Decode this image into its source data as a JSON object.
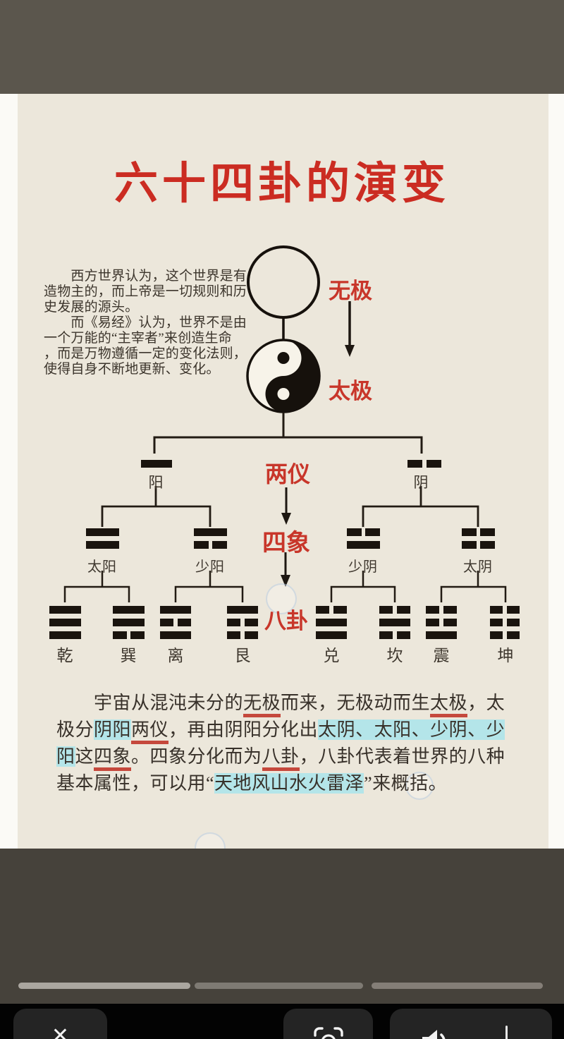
{
  "poster": {
    "title": "六十四卦的演变",
    "intro": "　　西方世界认为，这个世界是有\n造物主的，而上帝是一切规则和历\n史发展的源头。\n　　而《易经》认为，世界不是由\n一个万能的“主宰者”来创造生命\n，而是万物遵循一定的变化法则，\n使得自身不断地更新、变化。",
    "stages": {
      "wuji": "无极",
      "taiji": "太极",
      "liangyi": "两仪",
      "sixiang": "四象",
      "bagua": "八卦"
    },
    "liangyi_nodes": [
      {
        "label": "阳",
        "lines": [
          "solid"
        ]
      },
      {
        "label": "阴",
        "lines": [
          "broken"
        ]
      }
    ],
    "sixiang_nodes": [
      {
        "label": "太阳",
        "lines": [
          "solid",
          "solid"
        ]
      },
      {
        "label": "少阳",
        "lines": [
          "solid",
          "broken"
        ]
      },
      {
        "label": "少阴",
        "lines": [
          "broken",
          "solid"
        ]
      },
      {
        "label": "太阴",
        "lines": [
          "broken",
          "broken"
        ]
      }
    ],
    "bagua_nodes": [
      {
        "label": "乾",
        "lines": [
          "solid",
          "solid",
          "solid"
        ]
      },
      {
        "label": "巽",
        "lines": [
          "solid",
          "solid",
          "broken"
        ]
      },
      {
        "label": "离",
        "lines": [
          "solid",
          "broken",
          "solid"
        ]
      },
      {
        "label": "艮",
        "lines": [
          "solid",
          "broken",
          "broken"
        ]
      },
      {
        "label": "兑",
        "lines": [
          "broken",
          "solid",
          "solid"
        ]
      },
      {
        "label": "坎",
        "lines": [
          "broken",
          "solid",
          "broken"
        ]
      },
      {
        "label": "震",
        "lines": [
          "broken",
          "broken",
          "solid"
        ]
      },
      {
        "label": "坤",
        "lines": [
          "broken",
          "broken",
          "broken"
        ]
      }
    ],
    "summary_segments": [
      {
        "text": "　　宇宙从混沌未分的",
        "style": "plain"
      },
      {
        "text": "无极",
        "style": "underline"
      },
      {
        "text": "而来，无极动而生",
        "style": "plain"
      },
      {
        "text": "太极",
        "style": "underline"
      },
      {
        "text": "，太\n极分",
        "style": "plain"
      },
      {
        "text": "阴阳",
        "style": "highlight"
      },
      {
        "text": "两仪",
        "style": "underline"
      },
      {
        "text": "，再由阴阳分化出",
        "style": "plain"
      },
      {
        "text": "太阴、太阳、少阴、少\n阳",
        "style": "highlight"
      },
      {
        "text": "这",
        "style": "plain"
      },
      {
        "text": "四象",
        "style": "underline"
      },
      {
        "text": "。四象分化而为",
        "style": "plain"
      },
      {
        "text": "八卦",
        "style": "underline"
      },
      {
        "text": "，八卦代表着世界的八种\n基本属性，可以用“",
        "style": "plain"
      },
      {
        "text": "天地风山水火雷泽",
        "style": "highlight"
      },
      {
        "text": "”来概括。",
        "style": "plain"
      }
    ],
    "colors": {
      "accent_red": "#cb2c22",
      "underline_red": "#c5483c",
      "highlight_cyan": "#b4e5e9",
      "paper_cream": "#ece7db",
      "ink_black": "#1a140e"
    }
  },
  "viewer": {
    "progress": {
      "segments": [
        "current",
        "upcoming",
        "upcoming"
      ]
    },
    "toolbar": {
      "close_glyph": "✕",
      "icons": {
        "close": "close-icon",
        "scan": "viewfinder-scan-icon",
        "sound": "speaker-on-icon"
      }
    },
    "chrome_colors": {
      "top_bar": "#5b564d",
      "bottom_bar": "#46423b",
      "button_bg": "#242424"
    }
  }
}
